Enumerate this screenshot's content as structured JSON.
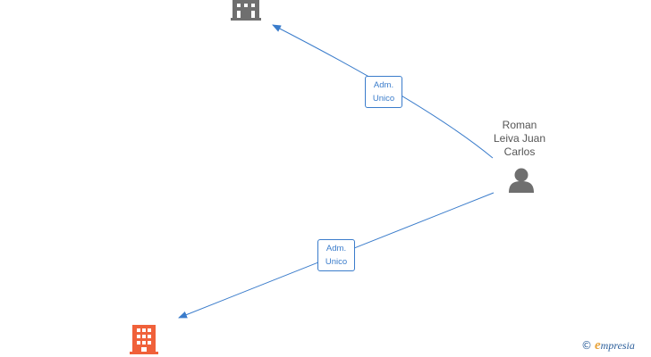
{
  "colors": {
    "edge": "#3a7ccb",
    "company_gray": "#6f6f6f",
    "company_orange": "#f0613a",
    "person": "#6f6f6f"
  },
  "nodes": {
    "company_top": {
      "icon": "building-icon",
      "color": "#6f6f6f"
    },
    "company_bottom": {
      "icon": "building-icon",
      "color": "#f0613a"
    },
    "person": {
      "icon": "person-icon",
      "name_lines": [
        "Roman",
        "Leiva Juan",
        "Carlos"
      ]
    }
  },
  "edges": [
    {
      "label_lines": [
        "Adm.",
        "Unico"
      ],
      "from": "person",
      "to": "company_top"
    },
    {
      "label_lines": [
        "Adm.",
        "Unico"
      ],
      "from": "person",
      "to": "company_bottom"
    }
  ],
  "watermark": {
    "symbol": "©",
    "brand_initial": "e",
    "brand_rest": "mpresia"
  }
}
